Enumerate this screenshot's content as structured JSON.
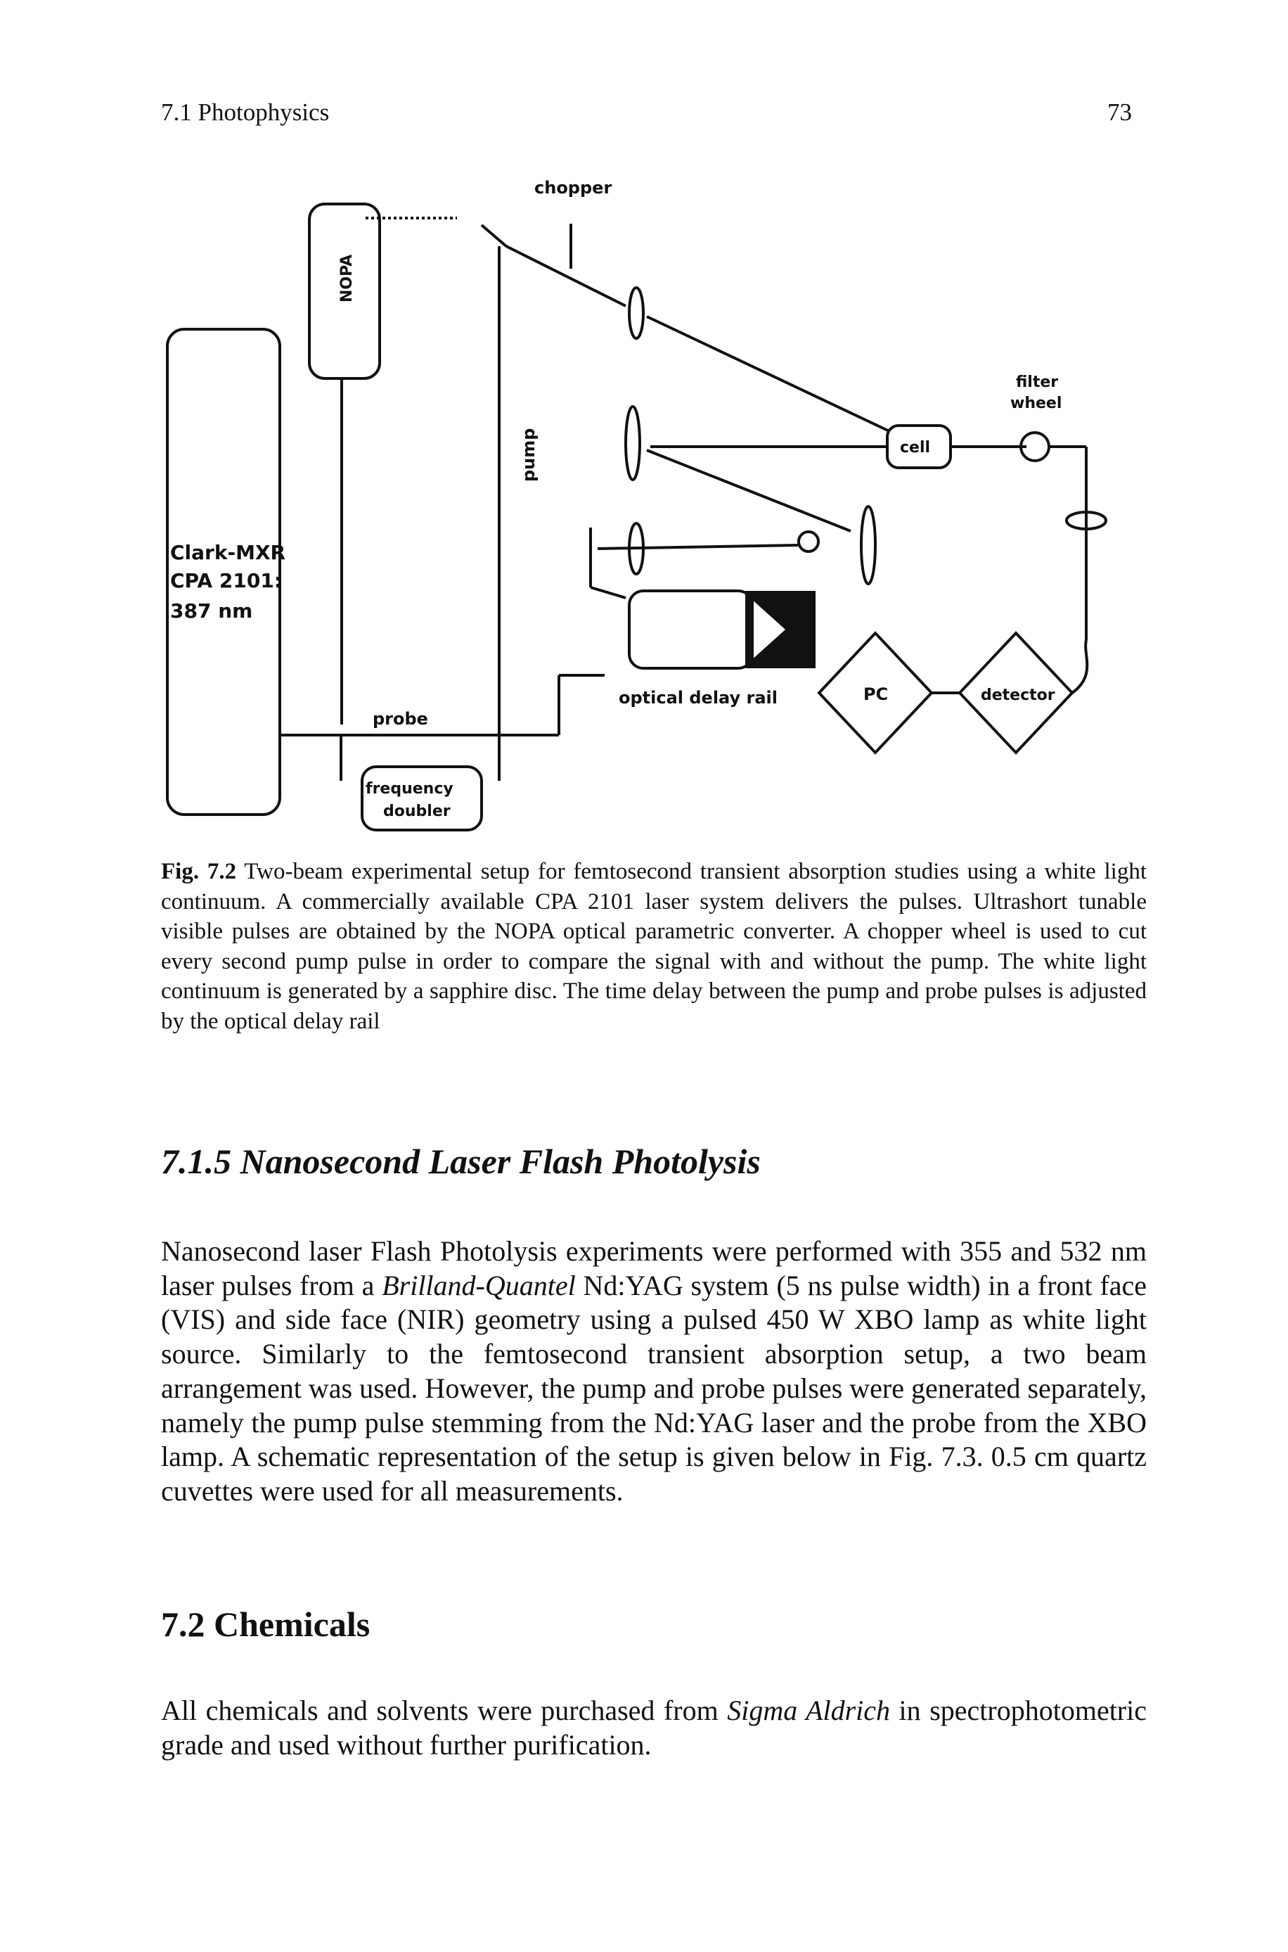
{
  "header": {
    "running_head": "7.1 Photophysics",
    "page_number": "73"
  },
  "figure": {
    "labels": {
      "chopper": "chopper",
      "nopa": "NOPA",
      "laser_line1": "Clark-MXR",
      "laser_line2": "CPA 2101:",
      "laser_line3": "387 nm",
      "pump": "pump",
      "filter_line1": "filter",
      "filter_line2": "wheel",
      "cell": "cell",
      "optical_delay_rail": "optical delay rail",
      "probe": "probe",
      "freq_line1": "frequency",
      "freq_line2": "doubler",
      "pc": "PC",
      "detector": "detector"
    },
    "caption_label": "Fig. 7.2",
    "caption_text": "Two-beam experimental setup for femtosecond transient absorption studies using a white light continuum. A commercially available CPA 2101 laser system delivers the pulses. Ultrashort tunable visible pulses are obtained by the NOPA optical parametric converter. A chopper wheel is used to cut every second pump pulse in order to compare the signal with and without the pump. The white light continuum is generated by a sapphire disc. The time delay between the pump and probe pulses is adjusted by the optical delay rail"
  },
  "section_715": {
    "heading": "7.1.5 Nanosecond Laser Flash Photolysis",
    "para_part1": "Nanosecond laser Flash Photolysis experiments were performed with 355 and 532 nm laser pulses from a ",
    "para_italic": "Brilland-Quantel",
    "para_part2": " Nd:YAG system (5 ns pulse width) in a front face (VIS) and side face (NIR) geometry using a pulsed 450 W XBO lamp as white light source. Similarly to the femtosecond transient absorption setup, a two beam arrangement was used. However, the pump and probe pulses were generated separately, namely the pump pulse stemming from the Nd:YAG laser and the probe from the XBO lamp. A schematic representation of the setup is given below in Fig. 7.3. 0.5 cm quartz cuvettes were used for all measurements."
  },
  "section_72": {
    "heading": "7.2 Chemicals",
    "para_part1": "All chemicals and solvents were purchased from ",
    "para_italic": "Sigma Aldrich",
    "para_part2": " in spectrophotometric grade and used without further purification."
  }
}
